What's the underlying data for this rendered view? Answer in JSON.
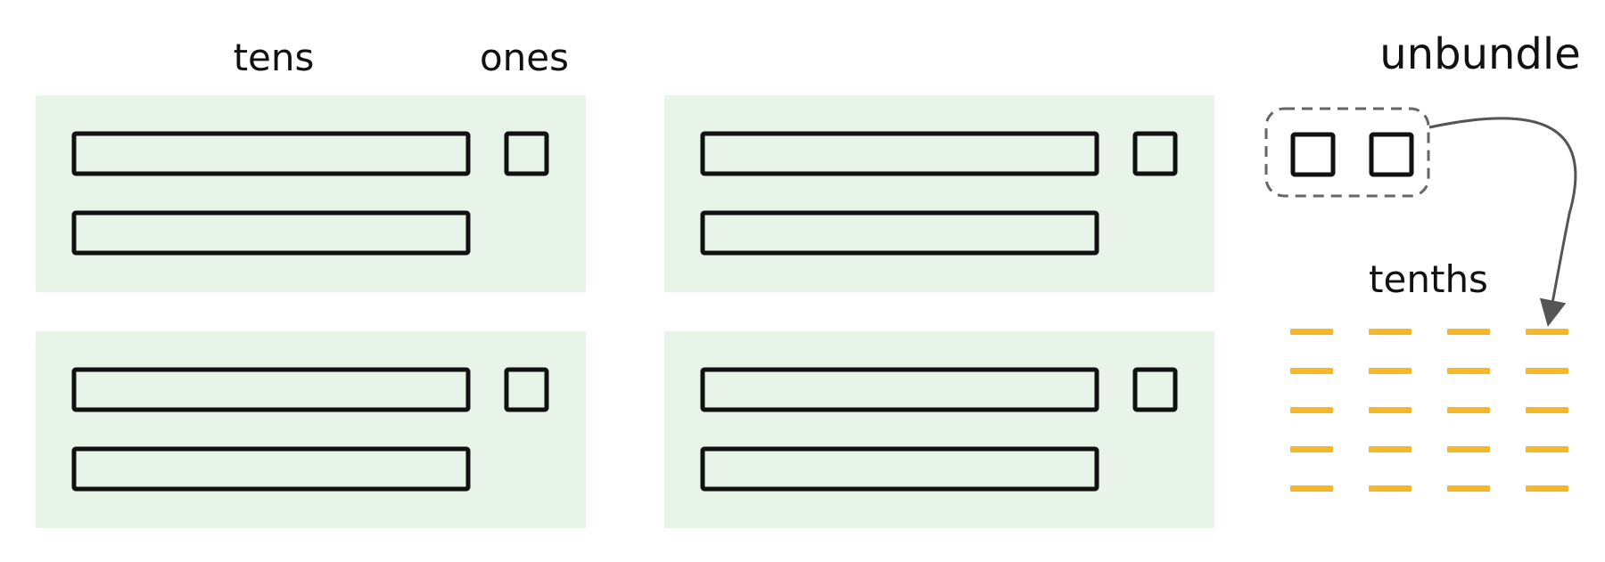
{
  "labels": {
    "tens": "tens",
    "ones": "ones",
    "unbundle": "unbundle",
    "tenths": "tenths"
  },
  "groups": [
    {
      "tens": 2,
      "ones": 1
    },
    {
      "tens": 2,
      "ones": 1
    },
    {
      "tens": 2,
      "ones": 1
    },
    {
      "tens": 2,
      "ones": 1
    }
  ],
  "unbundle": {
    "ones": 2,
    "tenths": 20
  },
  "colors": {
    "panel": "#e8f4e8",
    "block_stroke": "#111111",
    "tenth": "#f5b82a",
    "dashed": "#666666",
    "arrow": "#555555"
  }
}
